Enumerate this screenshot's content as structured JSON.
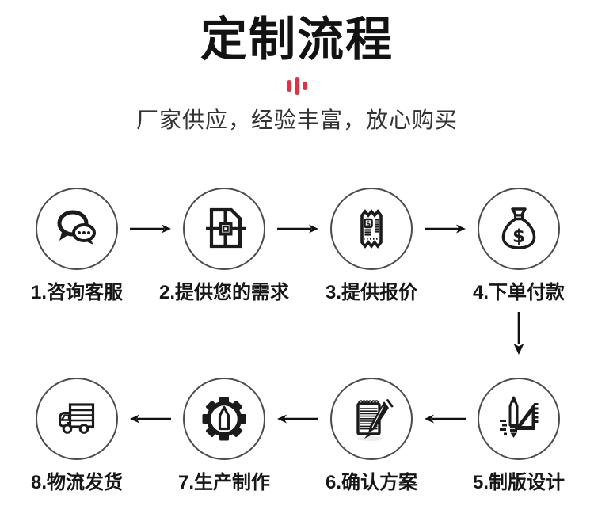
{
  "accent_color": "#dd3347",
  "header": {
    "title": "定制流程",
    "divider_icon": "equalizer-bars-icon",
    "subtitle": "厂家供应，经验丰富，放心购买"
  },
  "steps": [
    {
      "label": "1.咨询客服",
      "icon": "chat-bubbles-icon"
    },
    {
      "label": "2.提供您的需求",
      "icon": "requirements-file-icon"
    },
    {
      "label": "3.提供报价",
      "icon": "quote-receipt-icon"
    },
    {
      "label": "4.下单付款",
      "icon": "money-bag-icon"
    },
    {
      "label": "5.制版设计",
      "icon": "design-tools-icon"
    },
    {
      "label": "6.确认方案",
      "icon": "notepad-pen-icon"
    },
    {
      "label": "7.生产制作",
      "icon": "gear-tool-icon"
    },
    {
      "label": "8.物流发货",
      "icon": "delivery-truck-icon"
    }
  ],
  "flow": {
    "row1_arrow": "right",
    "bridge_arrow": "down",
    "row2_arrow": "left"
  }
}
